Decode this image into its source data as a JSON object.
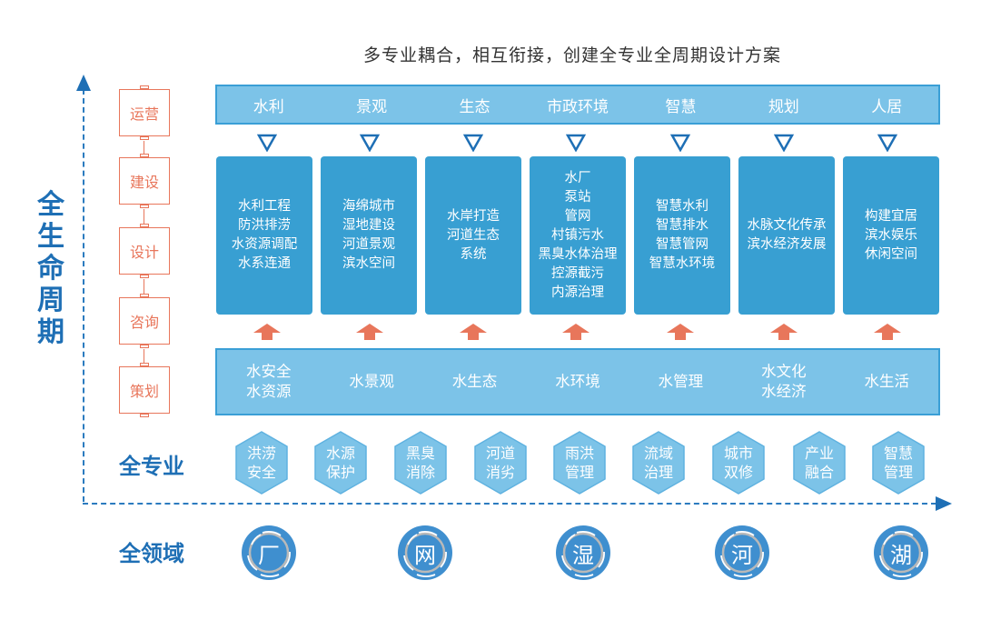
{
  "title": "多专业耦合，相互衔接，创建全专业全周期设计方案",
  "lifecycle_label": [
    "全",
    "生",
    "命",
    "周",
    "期"
  ],
  "stages": [
    "运营",
    "建设",
    "设计",
    "咨询",
    "策划"
  ],
  "disciplines": [
    "水利",
    "景观",
    "生态",
    "市政环境",
    "智慧",
    "规划",
    "人居"
  ],
  "discipline_details": [
    [
      "水利工程",
      "防洪排涝",
      "水资源调配",
      "水系连通"
    ],
    [
      "海绵城市",
      "湿地建设",
      "河道景观",
      "滨水空间"
    ],
    [
      "水岸打造",
      "河道生态",
      "系统"
    ],
    [
      "水厂",
      "泵站",
      "管网",
      "村镇污水",
      "黑臭水体治理",
      "控源截污",
      "内源治理"
    ],
    [
      "智慧水利",
      "智慧排水",
      "智慧管网",
      "智慧水环境"
    ],
    [
      "水脉文化传承",
      "滨水经济发展"
    ],
    [
      "构建宜居",
      "滨水娱乐",
      "休闲空间"
    ]
  ],
  "water_themes": [
    [
      "水安全",
      "水资源"
    ],
    [
      "水景观"
    ],
    [
      "水生态"
    ],
    [
      "水环境"
    ],
    [
      "水管理"
    ],
    [
      "水文化",
      "水经济"
    ],
    [
      "水生活"
    ]
  ],
  "all_specialties_label": "全专业",
  "specialties": [
    [
      "洪涝",
      "安全"
    ],
    [
      "水源",
      "保护"
    ],
    [
      "黑臭",
      "消除"
    ],
    [
      "河道",
      "消劣"
    ],
    [
      "雨洪",
      "管理"
    ],
    [
      "流域",
      "治理"
    ],
    [
      "城市",
      "双修"
    ],
    [
      "产业",
      "融合"
    ],
    [
      "智慧",
      "管理"
    ]
  ],
  "all_domains_label": "全领域",
  "domains": [
    "厂",
    "网",
    "湿",
    "河",
    "湖"
  ],
  "colors": {
    "primary_blue": "#1e6fb5",
    "box_blue": "#389fd2",
    "bar_light_blue": "#7cc3e8",
    "stage_orange": "#e8765b"
  }
}
